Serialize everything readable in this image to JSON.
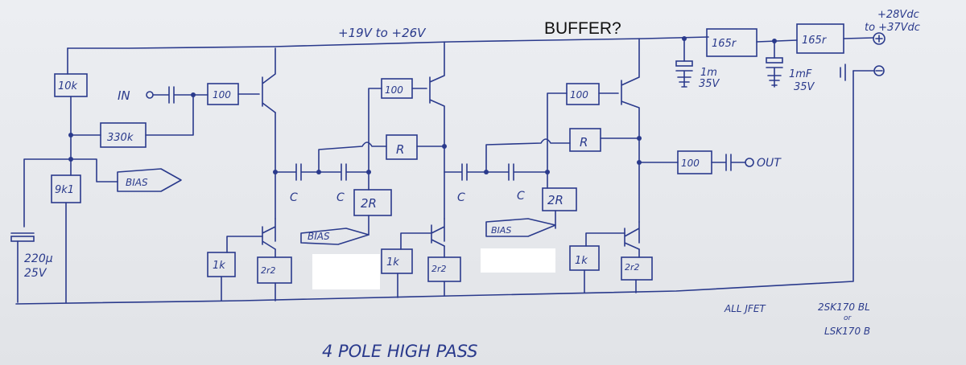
{
  "labels": {
    "buffer": "BUFFER?",
    "supply_range": "+19V to +26V",
    "input_voltage_1": "+28Vdc",
    "input_voltage_2": "to +37Vdc",
    "r_10k": "10k",
    "r_330k": "330k",
    "r_9k1": "9k1",
    "bias": "BIAS",
    "c_220u": "220μ",
    "v_25": "25V",
    "input": "IN",
    "r_100": "100",
    "r_R": "R",
    "r_2R": "2R",
    "cap": "C",
    "r_1k": "1k",
    "r_2r2": "2r2",
    "output": "OUT",
    "r_165r": "165r",
    "c_1m": "1m",
    "c_1mf": "1mF",
    "v_35": "35V",
    "jfet_note": "ALL JFET",
    "part_1": "2SK170 BL",
    "part_or": "or",
    "part_2": "LSK170 B",
    "caption": "4 POLE HIGH PASS"
  }
}
